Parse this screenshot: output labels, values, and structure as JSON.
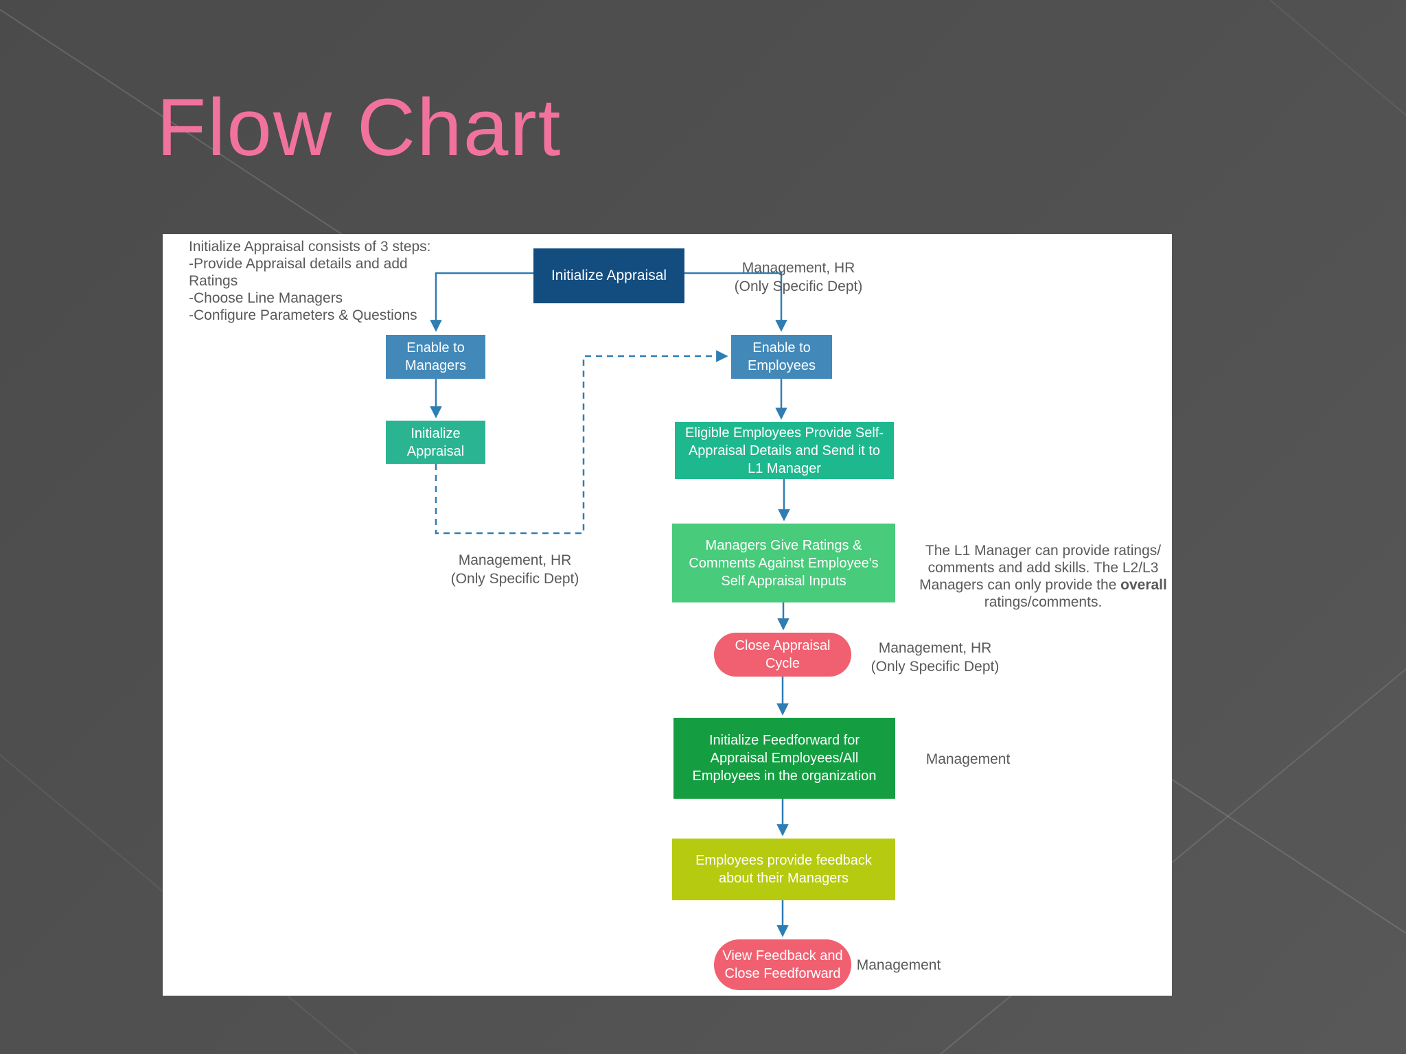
{
  "slide": {
    "title": "Flow Chart",
    "title_color": "#f2729e",
    "background_color": "#505050",
    "panel_color": "#ffffff"
  },
  "colors": {
    "dark_blue": "#134d80",
    "medium_blue": "#4289ba",
    "teal": "#2bb492",
    "emerald": "#1eb88e",
    "light_green": "#48cb7b",
    "dark_green": "#149e41",
    "yellow_green": "#b6ca10",
    "coral": "#f06070",
    "connector_blue": "#2e7db3",
    "label_gray": "#595959"
  },
  "note": {
    "text": "Initialize Appraisal consists of 3 steps:\n-Provide Appraisal details and add\nRatings\n-Choose Line Managers\n-Configure Parameters & Questions"
  },
  "nodes": {
    "initialize_appraisal": {
      "label": "Initialize Appraisal"
    },
    "enable_to_managers": {
      "label": "Enable to\nManagers"
    },
    "enable_to_employees": {
      "label": "Enable to\nEmployees"
    },
    "initialize_appraisal_sub": {
      "label": "Initialize\nAppraisal"
    },
    "eligible_employees": {
      "label": "Eligible Employees Provide Self-\nAppraisal Details and Send it to\nL1 Manager"
    },
    "managers_ratings": {
      "label": "Managers Give Ratings &\nComments Against Employee's\nSelf Appraisal Inputs"
    },
    "close_appraisal_cycle": {
      "label": "Close Appraisal\nCycle"
    },
    "initialize_feedforward": {
      "label": "Initialize Feedforward for\nAppraisal Employees/All\nEmployees in the organization"
    },
    "employees_feedback": {
      "label": "Employees provide feedback\nabout their Managers"
    },
    "view_feedback": {
      "label": "View Feedback and\nClose Feedforward"
    }
  },
  "labels": {
    "top_right": "Management, HR\n(Only Specific Dept)",
    "dashed_branch": "Management, HR\n(Only Specific Dept)",
    "close_cycle": "Management, HR\n(Only Specific Dept)",
    "feedforward": "Management",
    "view_feedback": "Management",
    "l1_manager_note": {
      "before": "The L1 Manager can provide  ratings/\ncomments and add skills. The L2/L3\nManagers can only provide the ",
      "bold": "overall",
      "after": "\nratings/comments."
    }
  }
}
